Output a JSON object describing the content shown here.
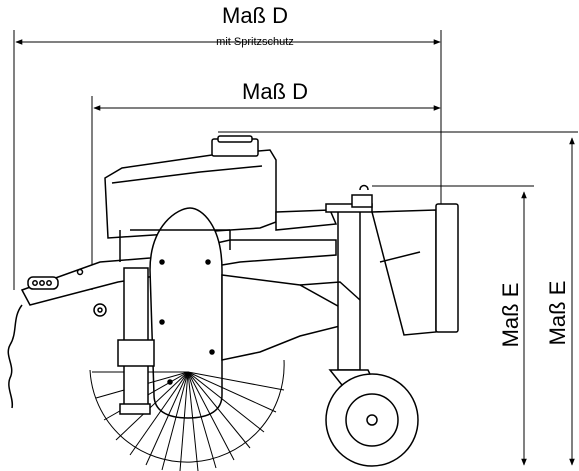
{
  "dimensions": {
    "d_outer": {
      "label": "Maß D",
      "sublabel": "mit Spritzschutz"
    },
    "d_inner": {
      "label": "Maß D"
    },
    "e_right_1": {
      "label": "Maß E"
    },
    "e_right_2": {
      "label": "Maß E"
    }
  },
  "colors": {
    "ink": "#000000",
    "paper": "#ffffff"
  }
}
